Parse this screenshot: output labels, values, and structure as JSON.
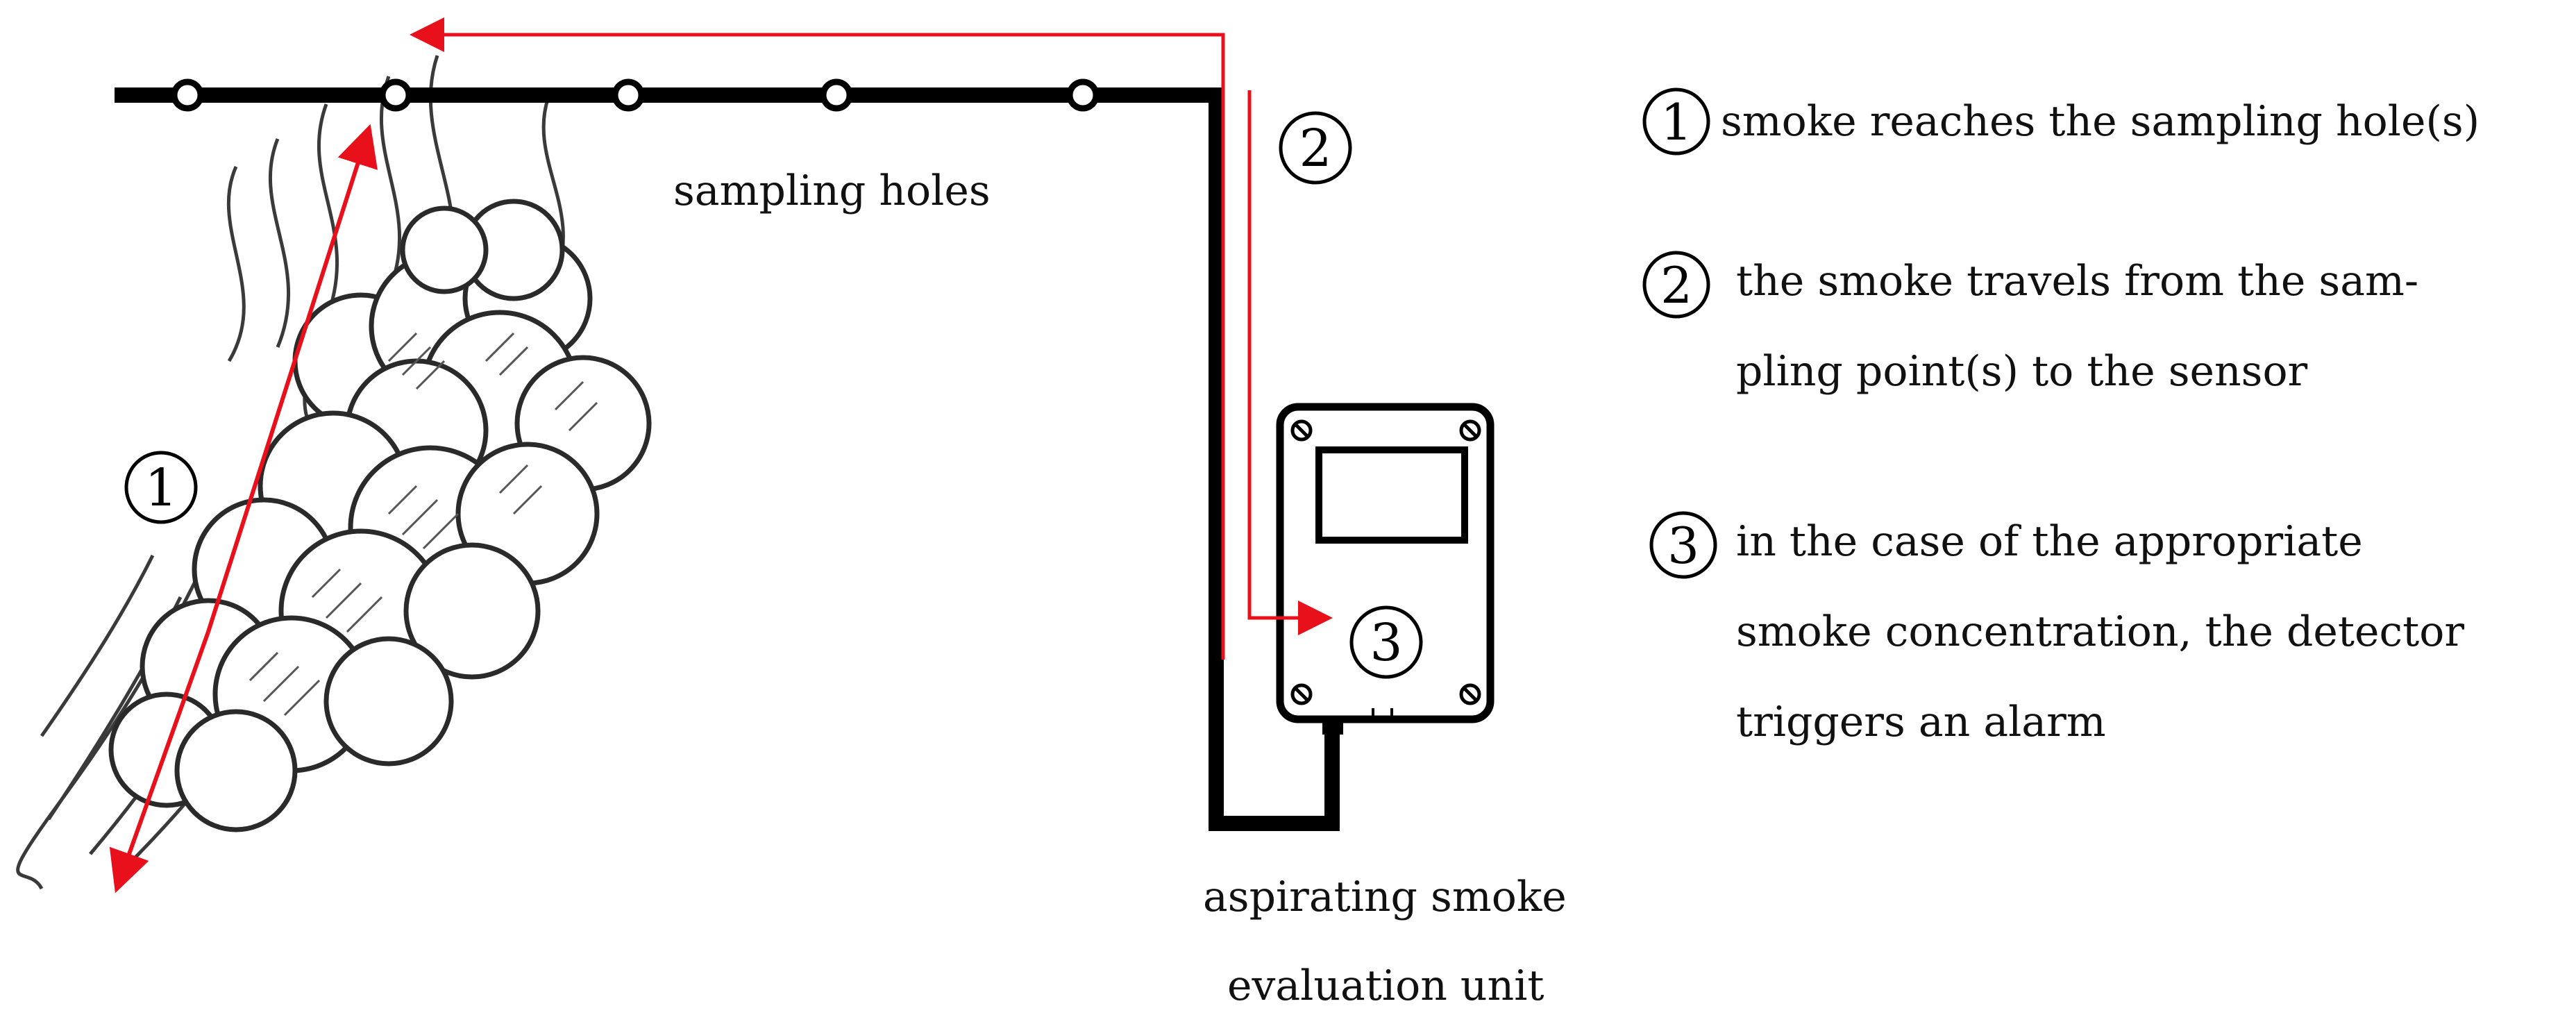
{
  "diagram": {
    "pipe_label": "sampling holes",
    "unit_label_line1": "aspirating smoke",
    "unit_label_line2": "evaluation unit",
    "markers": [
      "1",
      "2",
      "3"
    ],
    "arrow_color": "#e8101b",
    "pipe_color": "#000000"
  },
  "legend": [
    {
      "marker": "1",
      "lines": [
        "smoke reaches the sampling hole(s)"
      ]
    },
    {
      "marker": "2",
      "lines": [
        "the smoke travels from the sam-",
        "pling point(s) to the sensor"
      ]
    },
    {
      "marker": "3",
      "lines": [
        "in the case of the appropriate",
        "smoke concentration, the detector",
        "triggers an alarm"
      ]
    }
  ]
}
